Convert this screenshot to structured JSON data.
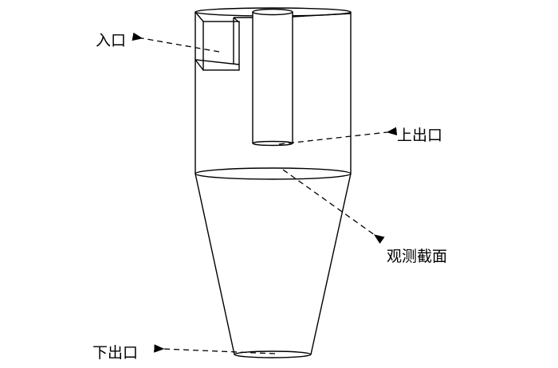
{
  "labels": {
    "inlet": "入口",
    "upper_outlet": "上出口",
    "observation_section": "观测截面",
    "lower_outlet": "下出口"
  },
  "colors": {
    "stroke": "#000000",
    "background": "#ffffff"
  }
}
